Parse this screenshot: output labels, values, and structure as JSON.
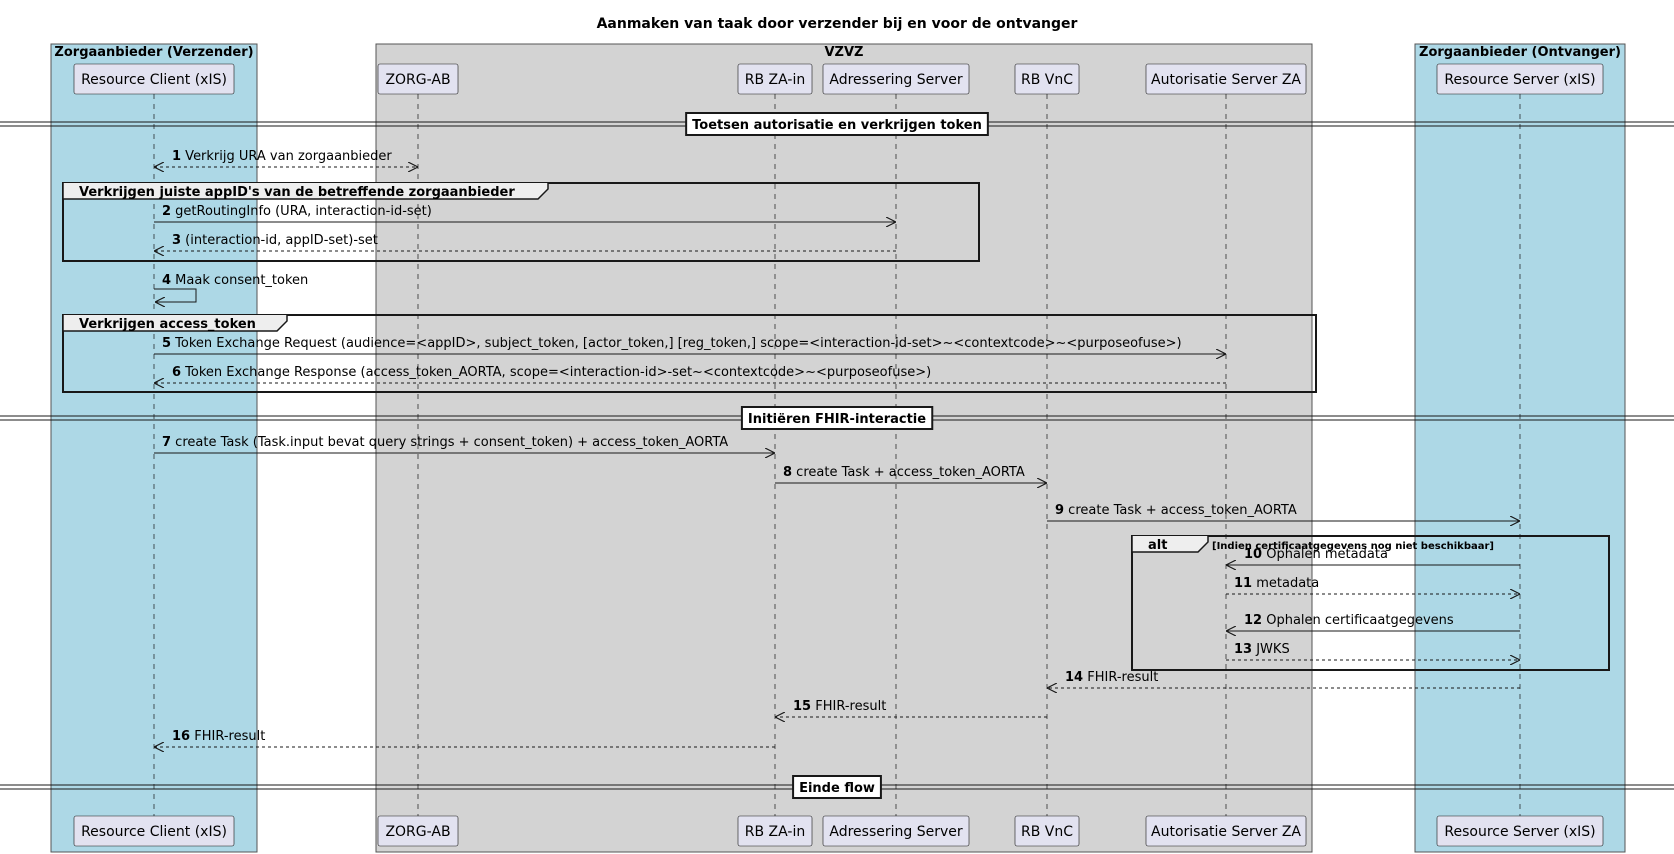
{
  "title": "Aanmaken van taak door verzender bij en voor de ontvanger",
  "boxes": [
    {
      "id": "verzender",
      "label": "Zorgaanbieder (Verzender)",
      "color": "#ADD8E6"
    },
    {
      "id": "vzvz",
      "label": "VZVZ",
      "color": "#D3D3D3"
    },
    {
      "id": "ontvanger",
      "label": "Zorgaanbieder (Ontvanger)",
      "color": "#ADD8E6"
    }
  ],
  "participants": [
    {
      "id": "rc",
      "label": "Resource Client (xIS)",
      "box": "verzender"
    },
    {
      "id": "zab",
      "label": "ZORG-AB",
      "box": "vzvz"
    },
    {
      "id": "rbza",
      "label": "RB ZA-in",
      "box": "vzvz"
    },
    {
      "id": "adr",
      "label": "Adressering Server",
      "box": "vzvz"
    },
    {
      "id": "rbvnc",
      "label": "RB VnC",
      "box": "vzvz"
    },
    {
      "id": "asza",
      "label": "Autorisatie Server ZA",
      "box": "vzvz"
    },
    {
      "id": "rs",
      "label": "Resource Server (xIS)",
      "box": "ontvanger"
    }
  ],
  "separators": [
    "Toetsen autorisatie en verkrijgen token",
    "Initiëren FHIR-interactie",
    "Einde flow"
  ],
  "groups": [
    {
      "label": "Verkrijgen juiste appID's van de betreffende zorgaanbieder"
    },
    {
      "label": "Verkrijgen access_token"
    },
    {
      "label": "alt",
      "condition": "[Indien certificaatgegevens nog niet beschikbaar]"
    }
  ],
  "messages": [
    {
      "n": "1",
      "from": "rc",
      "to": "zab",
      "text": "Verkrijg URA van zorgaanbieder",
      "style": "bidirectional-dashed"
    },
    {
      "n": "2",
      "from": "rc",
      "to": "adr",
      "text": "getRoutingInfo (URA, interaction-id-set)",
      "style": "solid"
    },
    {
      "n": "3",
      "from": "adr",
      "to": "rc",
      "text": "(interaction-id, appID-set)-set",
      "style": "dashed"
    },
    {
      "n": "4",
      "from": "rc",
      "to": "rc",
      "text": "Maak consent_token",
      "style": "self"
    },
    {
      "n": "5",
      "from": "rc",
      "to": "asza",
      "text": "Token Exchange Request (audience=<appID>, subject_token, [actor_token,] [reg_token,] scope=<interaction-id-set>~<contextcode>~<purposeofuse>)",
      "style": "solid"
    },
    {
      "n": "6",
      "from": "asza",
      "to": "rc",
      "text": "Token Exchange Response (access_token_AORTA, scope=<interaction-id>-set~<contextcode>~<purposeofuse>)",
      "style": "dashed"
    },
    {
      "n": "7",
      "from": "rc",
      "to": "rbza",
      "text": "create Task (Task.input bevat query strings + consent_token) + access_token_AORTA",
      "style": "solid"
    },
    {
      "n": "8",
      "from": "rbza",
      "to": "rbvnc",
      "text": "create Task + access_token_AORTA",
      "style": "solid"
    },
    {
      "n": "9",
      "from": "rbvnc",
      "to": "rs",
      "text": "create Task + access_token_AORTA",
      "style": "solid"
    },
    {
      "n": "10",
      "from": "rs",
      "to": "asza",
      "text": "Ophalen metadata",
      "style": "solid"
    },
    {
      "n": "11",
      "from": "asza",
      "to": "rs",
      "text": "metadata",
      "style": "dashed"
    },
    {
      "n": "12",
      "from": "rs",
      "to": "asza",
      "text": "Ophalen certificaatgegevens",
      "style": "solid"
    },
    {
      "n": "13",
      "from": "asza",
      "to": "rs",
      "text": "JWKS",
      "style": "dashed"
    },
    {
      "n": "14",
      "from": "rs",
      "to": "rbvnc",
      "text": "FHIR-result",
      "style": "dashed"
    },
    {
      "n": "15",
      "from": "rbvnc",
      "to": "rbza",
      "text": "FHIR-result",
      "style": "dashed"
    },
    {
      "n": "16",
      "from": "rbza",
      "to": "rc",
      "text": "FHIR-result",
      "style": "dashed"
    }
  ]
}
